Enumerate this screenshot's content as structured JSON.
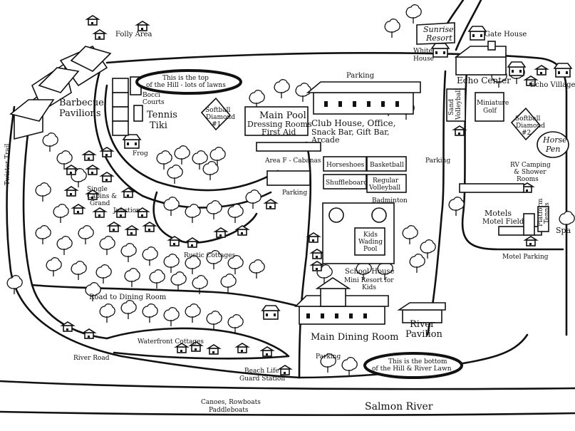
{
  "labels": {
    "folly_area": "Folly Area",
    "sunrise_resort_1": "Sunrise",
    "sunrise_resort_2": "Resort",
    "gate_house": "Gate House",
    "white_house_1": "White",
    "white_house_2": "House",
    "echo_center": "Echo Center",
    "echo_village": "Echo Village",
    "parking_top": "Parking",
    "top_of_hill_1": "This is the top",
    "top_of_hill_2": "of the Hill - lots of lawns",
    "bocci_1": "Bocci",
    "bocci_2": "Courts",
    "tennis_1": "Tennis",
    "tennis_2": "Tiki",
    "softball1_1": "Softball",
    "softball1_2": "Diamond",
    "softball1_3": "#1",
    "barbecue_1": "Barbecue",
    "barbecue_2": "Pavilions",
    "twister_trail": "Twister Trail",
    "main_pool_1": "Main Pool",
    "main_pool_2": "Dressing Rooms",
    "main_pool_3": "First Aid",
    "clubhouse_1": "Club House, Office,",
    "clubhouse_2": "Snack Bar, Gift Bar,",
    "clubhouse_3": "Arcade",
    "sand_volleyball_1": "Sand",
    "sand_volleyball_2": "Volleyball",
    "mini_golf_1": "Miniature",
    "mini_golf_2": "Golf",
    "softball2_1": "Softball",
    "softball2_2": "Diamond",
    "softball2_3": "#2",
    "horse_pen_1": "Horse",
    "horse_pen_2": "Pen",
    "frog": "Frog",
    "area_f": "Area F - Cabanas",
    "horseshoes": "Horseshoes",
    "basketball": "Basketball",
    "shuffleboard": "Shuffleboard",
    "regular_volleyball_1": "Regular",
    "regular_volleyball_2": "Volleyball",
    "parking_mid_right": "Parking",
    "rv_1": "RV Camping",
    "rv_2": "& Shower",
    "rv_3": "Rooms",
    "parking_mid": "Parking",
    "badminton": "Badminton",
    "single_cabins_1": "Single",
    "single_cabins_2": "Cabins &",
    "single_cabins_3": "Grand",
    "single_cabins_4": "Junction",
    "motels_1": "Motels",
    "motels_2": "Motel Field",
    "platform_1": "Platform",
    "platform_2": "Tennis",
    "spa": "Spa",
    "kids_pool_1": "Kids",
    "kids_pool_2": "Wading",
    "kids_pool_3": "Pool",
    "rustic_cottages": "Rustic Cottages",
    "motel_parking": "Motel Parking",
    "school_house": "School House",
    "mini_resort_1": "Mini Resort for",
    "mini_resort_2": "Kids",
    "road_to_dining": "Road to Dining Room",
    "river_pavilion_1": "River",
    "river_pavilion_2": "Pavilion",
    "main_dining": "Main Dining Room",
    "waterfront_cottages": "Waterfront Cottages",
    "river_road": "River Road",
    "parking_bottom": "Parking",
    "bottom_of_hill_1": "This is the bottom",
    "bottom_of_hill_2": "of the Hill & River Lawn",
    "beach_1": "Beach Life",
    "beach_2": "Guard Station",
    "canoes_1": "Canoes, Rowboats",
    "canoes_2": "Paddleboats",
    "salmon_river": "Salmon River"
  }
}
